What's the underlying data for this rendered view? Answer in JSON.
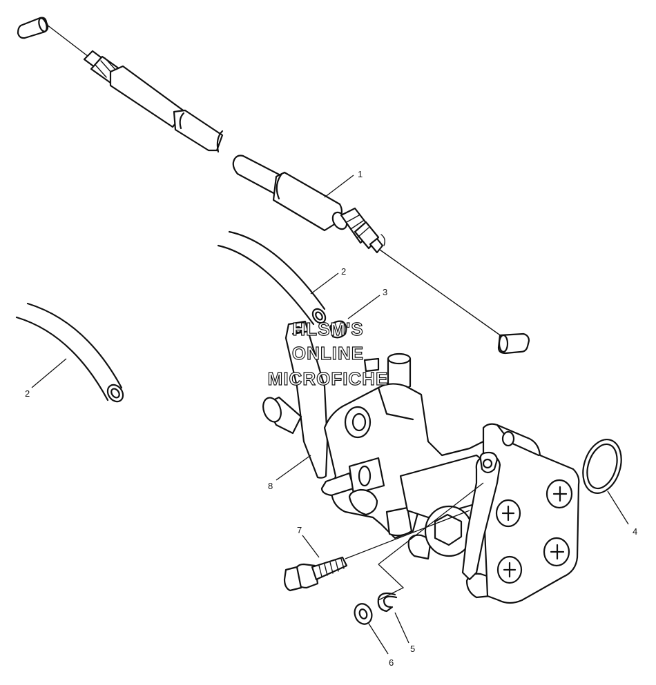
{
  "watermark": [
    "HLSM'S",
    "ONLINE",
    "MICROFICHE"
  ],
  "callouts": {
    "c1": "1",
    "c2a": "2",
    "c2b": "2",
    "c3": "3",
    "c4": "4",
    "c5": "5",
    "c6": "6",
    "c7": "7",
    "c8": "8"
  }
}
